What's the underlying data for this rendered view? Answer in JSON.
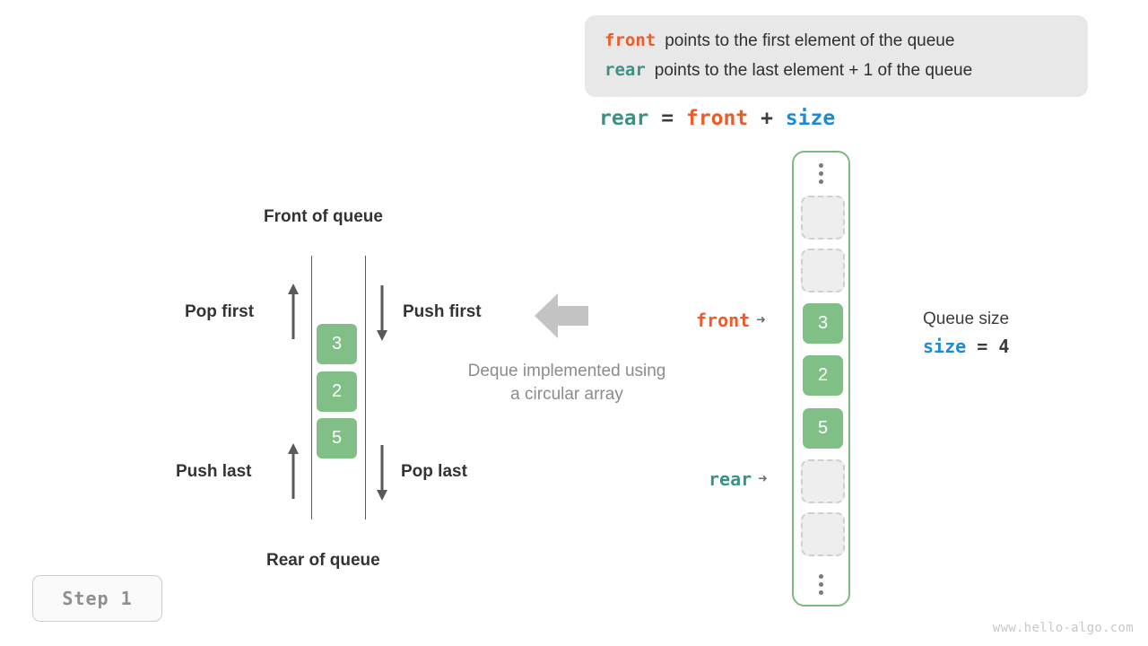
{
  "legend": {
    "lines": [
      {
        "keyword": "front",
        "keyword_color": "#ec5b28",
        "text": "points to the first element of the queue"
      },
      {
        "keyword": "rear",
        "keyword_color": "#3c9187",
        "text": "points to the last element + 1 of the queue"
      }
    ],
    "background": "#e8e8e8"
  },
  "formula": {
    "lhs": "rear",
    "eq": "=",
    "rhs1": "front",
    "plus": "+",
    "rhs2": "size"
  },
  "deque_diagram": {
    "top_label": "Front of queue",
    "bottom_label": "Rear of queue",
    "operations": {
      "pop_first": "Pop first",
      "push_first": "Push first",
      "push_last": "Push last",
      "pop_last": "Pop last"
    },
    "cells": [
      "3",
      "2",
      "5"
    ],
    "cell_color": "#80bf85",
    "caption_line1": "Deque implemented using",
    "caption_line2": "a circular array"
  },
  "circular_array": {
    "border_color": "#7cba82",
    "top_ellipsis": "⋮",
    "bottom_ellipsis": "⋮",
    "slots": [
      {
        "value": "",
        "state": "empty"
      },
      {
        "value": "",
        "state": "empty"
      },
      {
        "value": "3",
        "state": "filled"
      },
      {
        "value": "2",
        "state": "filled"
      },
      {
        "value": "5",
        "state": "filled"
      },
      {
        "value": "",
        "state": "empty"
      },
      {
        "value": "",
        "state": "empty"
      }
    ],
    "pointers": {
      "front": {
        "label": "front",
        "color": "#ec5b28",
        "arrow": "➜"
      },
      "rear": {
        "label": "rear",
        "color": "#3c9187",
        "arrow": "➜"
      }
    }
  },
  "queue_size": {
    "title": "Queue size",
    "var": "size",
    "eq": "=",
    "value": "4",
    "var_color": "#1e8ad6"
  },
  "step_badge": {
    "label": "Step 1"
  },
  "watermark": {
    "text": "www.hello-algo.com"
  }
}
